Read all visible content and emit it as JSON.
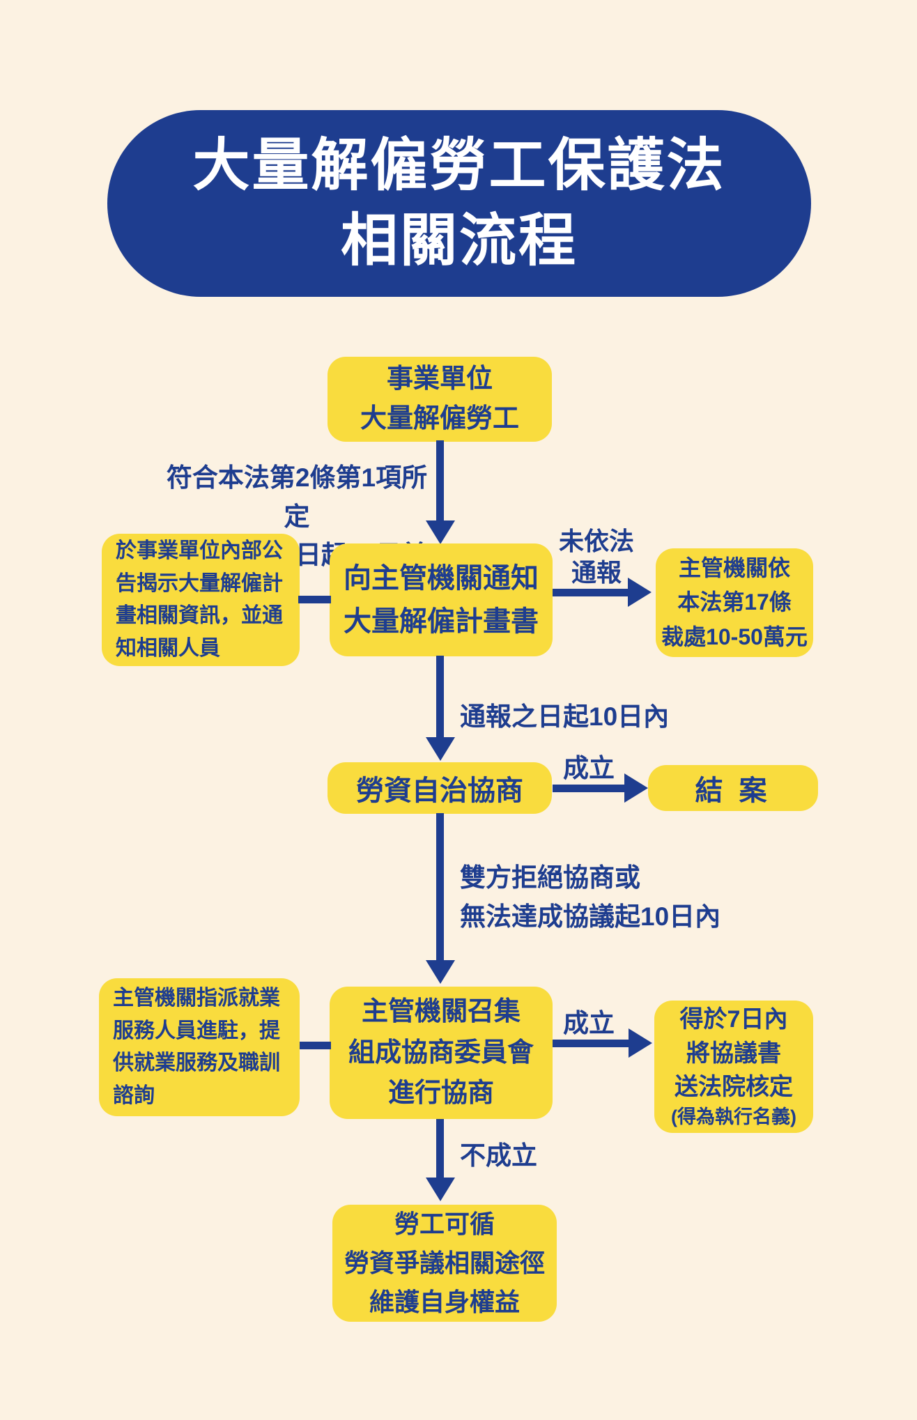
{
  "colors": {
    "background": "#FCF2E2",
    "primary": "#1E3D8F",
    "box": "#F9DC3E",
    "title_text": "#FFFFFF"
  },
  "title": {
    "lines": [
      "大量解僱勞工保護法",
      "相關流程"
    ]
  },
  "nodes": {
    "start": {
      "lines": [
        "事業單位",
        "大量解僱勞工"
      ]
    },
    "notify": {
      "lines": [
        "向主管機關通知",
        "大量解僱計畫書"
      ]
    },
    "internal_notice": {
      "lines": [
        "於事業單位內部公",
        "告揭示大量解僱計",
        "畫相關資訊，並通",
        "知相關人員"
      ]
    },
    "penalty": {
      "lines": [
        "主管機關依",
        "本法第17條",
        "裁處10-50萬元"
      ]
    },
    "self_negotiation": {
      "lines": [
        "勞資自治協商"
      ]
    },
    "closed": {
      "lines": [
        "結 案"
      ]
    },
    "committee": {
      "lines": [
        "主管機關召集",
        "組成協商委員會",
        "進行協商"
      ]
    },
    "employment_support": {
      "lines": [
        "主管機關指派就業",
        "服務人員進駐，提",
        "供就業服務及職訓",
        "諮詢"
      ]
    },
    "court": {
      "lines": [
        "得於7日內",
        "將協議書",
        "送法院核定"
      ],
      "note": "(得為執行名義)"
    },
    "final": {
      "lines": [
        "勞工可循",
        "勞資爭議相關途徑",
        "維護自身權益"
      ]
    }
  },
  "labels": {
    "qualify": {
      "lines": [
        "符合本法第2條第1項所定",
        "各款情形之日起60日前"
      ]
    },
    "not_reported": {
      "lines": [
        "未依法",
        "通報"
      ]
    },
    "report_deadline": "通報之日起10日內",
    "reached_1": "成立",
    "reject_deadline": {
      "lines": [
        "雙方拒絕協商或",
        "無法達成協議起10日內"
      ]
    },
    "reached_2": "成立",
    "not_reached": "不成立"
  }
}
